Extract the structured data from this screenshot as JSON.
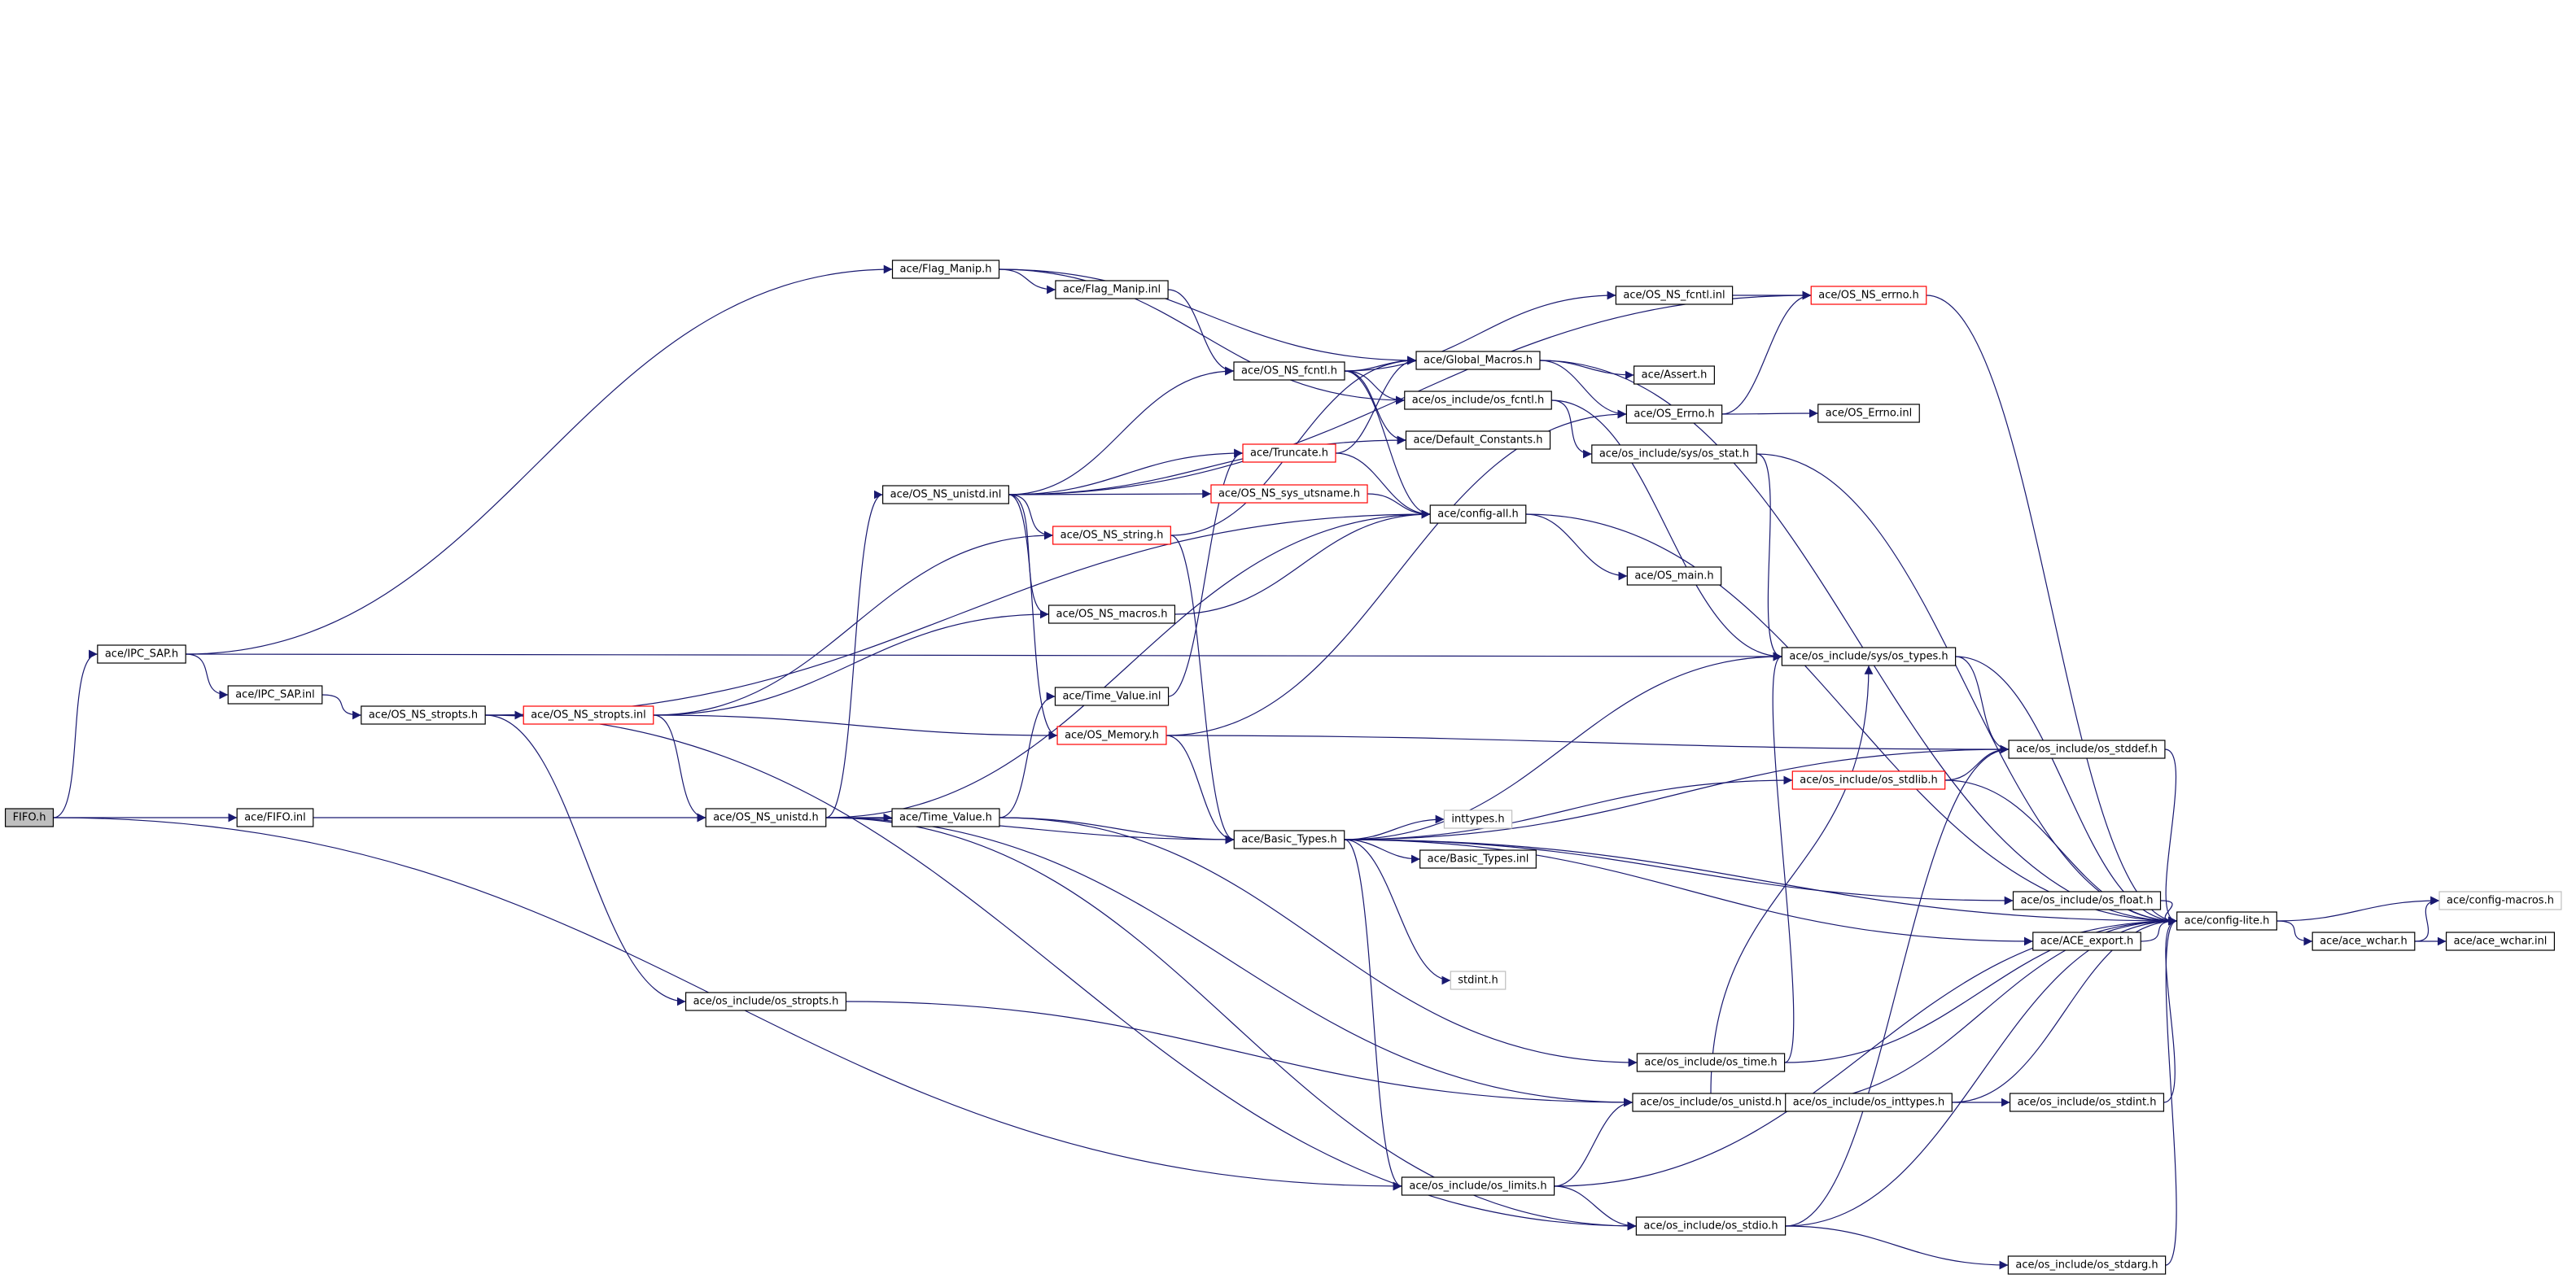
{
  "colors": {
    "edge": "#191970",
    "node_border": "#000000",
    "node_border_truncated": "#ff0000",
    "node_border_external": "#bfbfbf",
    "root_fill": "#bfbfbf"
  },
  "nodes": {
    "fifo_h": {
      "label": "FIFO.h",
      "kind": "root"
    },
    "ipc_sap_h": {
      "label": "ace/IPC_SAP.h",
      "kind": "normal"
    },
    "fifo_inl": {
      "label": "ace/FIFO.inl",
      "kind": "normal"
    },
    "flag_manip_h": {
      "label": "ace/Flag_Manip.h",
      "kind": "normal"
    },
    "ipc_sap_inl": {
      "label": "ace/IPC_SAP.inl",
      "kind": "normal"
    },
    "os_ns_stropts_h": {
      "label": "ace/OS_NS_stropts.h",
      "kind": "normal"
    },
    "os_ns_stropts_inl": {
      "label": "ace/OS_NS_stropts.inl",
      "kind": "truncated"
    },
    "flag_manip_inl": {
      "label": "ace/Flag_Manip.inl",
      "kind": "normal"
    },
    "os_ns_unistd_inl": {
      "label": "ace/OS_NS_unistd.inl",
      "kind": "normal"
    },
    "os_ns_unistd_h": {
      "label": "ace/OS_NS_unistd.h",
      "kind": "normal"
    },
    "os_include_os_stropts_h": {
      "label": "ace/os_include/os_stropts.h",
      "kind": "normal"
    },
    "os_ns_string_h": {
      "label": "ace/OS_NS_string.h",
      "kind": "truncated"
    },
    "os_ns_macros_h": {
      "label": "ace/OS_NS_macros.h",
      "kind": "normal"
    },
    "time_value_inl": {
      "label": "ace/Time_Value.inl",
      "kind": "normal"
    },
    "os_memory_h": {
      "label": "ace/OS_Memory.h",
      "kind": "truncated"
    },
    "time_value_h": {
      "label": "ace/Time_Value.h",
      "kind": "normal"
    },
    "truncate_h": {
      "label": "ace/Truncate.h",
      "kind": "truncated"
    },
    "os_ns_sys_utsname_h": {
      "label": "ace/OS_NS_sys_utsname.h",
      "kind": "truncated"
    },
    "os_ns_fcntl_h": {
      "label": "ace/OS_NS_fcntl.h",
      "kind": "normal"
    },
    "basic_types_h": {
      "label": "ace/Basic_Types.h",
      "kind": "normal"
    },
    "global_macros_h": {
      "label": "ace/Global_Macros.h",
      "kind": "normal"
    },
    "os_include_os_fcntl_h": {
      "label": "ace/os_include/os_fcntl.h",
      "kind": "normal"
    },
    "default_constants_h": {
      "label": "ace/Default_Constants.h",
      "kind": "normal"
    },
    "config_all_h": {
      "label": "ace/config-all.h",
      "kind": "normal"
    },
    "inttypes_h": {
      "label": "inttypes.h",
      "kind": "external"
    },
    "basic_types_inl": {
      "label": "ace/Basic_Types.inl",
      "kind": "normal"
    },
    "stdint_h": {
      "label": "stdint.h",
      "kind": "external"
    },
    "os_include_os_limits_h": {
      "label": "ace/os_include/os_limits.h",
      "kind": "normal"
    },
    "os_ns_fcntl_inl": {
      "label": "ace/OS_NS_fcntl.inl",
      "kind": "normal"
    },
    "assert_h": {
      "label": "ace/Assert.h",
      "kind": "normal"
    },
    "os_errno_h": {
      "label": "ace/OS_Errno.h",
      "kind": "normal"
    },
    "os_include_sys_os_stat_h": {
      "label": "ace/os_include/sys/os_stat.h",
      "kind": "normal"
    },
    "os_main_h": {
      "label": "ace/OS_main.h",
      "kind": "normal"
    },
    "os_include_os_time_h": {
      "label": "ace/os_include/os_time.h",
      "kind": "normal"
    },
    "os_include_os_unistd_h": {
      "label": "ace/os_include/os_unistd.h",
      "kind": "normal"
    },
    "os_include_os_stdio_h": {
      "label": "ace/os_include/os_stdio.h",
      "kind": "normal"
    },
    "os_include_sys_os_types_h": {
      "label": "ace/os_include/sys/os_types.h",
      "kind": "normal"
    },
    "os_include_os_stdlib_h": {
      "label": "ace/os_include/os_stdlib.h",
      "kind": "truncated"
    },
    "os_include_os_inttypes_h": {
      "label": "ace/os_include/os_inttypes.h",
      "kind": "normal"
    },
    "os_ns_errno_h": {
      "label": "ace/OS_NS_errno.h",
      "kind": "truncated"
    },
    "os_errno_inl": {
      "label": "ace/OS_Errno.inl",
      "kind": "normal"
    },
    "os_include_os_stddef_h": {
      "label": "ace/os_include/os_stddef.h",
      "kind": "normal"
    },
    "os_include_os_float_h": {
      "label": "ace/os_include/os_float.h",
      "kind": "normal"
    },
    "ace_export_h": {
      "label": "ace/ACE_export.h",
      "kind": "normal"
    },
    "os_include_os_stdint_h": {
      "label": "ace/os_include/os_stdint.h",
      "kind": "normal"
    },
    "os_include_os_stdarg_h": {
      "label": "ace/os_include/os_stdarg.h",
      "kind": "normal"
    },
    "config_lite_h": {
      "label": "ace/config-lite.h",
      "kind": "normal"
    },
    "ace_wchar_h": {
      "label": "ace/ace_wchar.h",
      "kind": "normal"
    },
    "config_macros_h": {
      "label": "ace/config-macros.h",
      "kind": "external"
    },
    "ace_wchar_inl": {
      "label": "ace/ace_wchar.inl",
      "kind": "normal"
    }
  },
  "edges": [
    [
      "fifo_h",
      "ipc_sap_h"
    ],
    [
      "fifo_h",
      "fifo_inl"
    ],
    [
      "fifo_h",
      "os_include_os_limits_h"
    ],
    [
      "ipc_sap_h",
      "flag_manip_h"
    ],
    [
      "ipc_sap_h",
      "ipc_sap_inl"
    ],
    [
      "ipc_sap_h",
      "os_include_sys_os_types_h"
    ],
    [
      "ipc_sap_inl",
      "os_ns_stropts_h"
    ],
    [
      "fifo_inl",
      "os_ns_unistd_h"
    ],
    [
      "flag_manip_h",
      "flag_manip_inl"
    ],
    [
      "flag_manip_h",
      "global_macros_h"
    ],
    [
      "flag_manip_h",
      "os_include_os_fcntl_h"
    ],
    [
      "flag_manip_inl",
      "os_ns_fcntl_h"
    ],
    [
      "os_ns_stropts_h",
      "os_ns_stropts_inl"
    ],
    [
      "os_ns_stropts_h",
      "os_include_os_stropts_h"
    ],
    [
      "os_ns_stropts_h",
      "config_all_h"
    ],
    [
      "os_ns_stropts_h",
      "os_include_os_stdio_h"
    ],
    [
      "os_ns_stropts_inl",
      "os_ns_unistd_h"
    ],
    [
      "os_ns_stropts_inl",
      "os_ns_string_h"
    ],
    [
      "os_ns_stropts_inl",
      "os_ns_macros_h"
    ],
    [
      "os_ns_stropts_inl",
      "os_memory_h"
    ],
    [
      "os_ns_unistd_h",
      "os_ns_unistd_inl"
    ],
    [
      "os_ns_unistd_h",
      "time_value_h"
    ],
    [
      "os_ns_unistd_h",
      "basic_types_h"
    ],
    [
      "os_ns_unistd_h",
      "config_all_h"
    ],
    [
      "os_ns_unistd_h",
      "os_include_os_unistd_h"
    ],
    [
      "os_ns_unistd_h",
      "os_include_os_stdio_h"
    ],
    [
      "os_ns_unistd_inl",
      "os_ns_fcntl_h"
    ],
    [
      "os_ns_unistd_inl",
      "default_constants_h"
    ],
    [
      "os_ns_unistd_inl",
      "truncate_h"
    ],
    [
      "os_ns_unistd_inl",
      "os_ns_sys_utsname_h"
    ],
    [
      "os_ns_unistd_inl",
      "os_ns_string_h"
    ],
    [
      "os_ns_unistd_inl",
      "os_ns_macros_h"
    ],
    [
      "os_ns_unistd_inl",
      "os_memory_h"
    ],
    [
      "os_ns_unistd_inl",
      "os_ns_errno_h"
    ],
    [
      "os_include_os_stropts_h",
      "os_include_os_unistd_h"
    ],
    [
      "os_ns_string_h",
      "basic_types_h"
    ],
    [
      "os_ns_string_h",
      "global_macros_h"
    ],
    [
      "os_ns_macros_h",
      "config_all_h"
    ],
    [
      "time_value_h",
      "time_value_inl"
    ],
    [
      "time_value_h",
      "basic_types_h"
    ],
    [
      "time_value_h",
      "os_include_os_time_h"
    ],
    [
      "time_value_inl",
      "truncate_h"
    ],
    [
      "os_memory_h",
      "basic_types_h"
    ],
    [
      "os_memory_h",
      "os_errno_h"
    ],
    [
      "os_memory_h",
      "os_include_os_stddef_h"
    ],
    [
      "truncate_h",
      "config_all_h"
    ],
    [
      "truncate_h",
      "global_macros_h"
    ],
    [
      "os_ns_sys_utsname_h",
      "config_all_h"
    ],
    [
      "os_ns_fcntl_h",
      "global_macros_h"
    ],
    [
      "os_ns_fcntl_h",
      "os_include_os_fcntl_h"
    ],
    [
      "os_ns_fcntl_h",
      "default_constants_h"
    ],
    [
      "os_ns_fcntl_h",
      "config_all_h"
    ],
    [
      "os_ns_fcntl_h",
      "os_ns_fcntl_inl"
    ],
    [
      "os_ns_fcntl_inl",
      "os_ns_errno_h"
    ],
    [
      "os_ns_errno_h",
      "config_lite_h"
    ],
    [
      "global_macros_h",
      "assert_h"
    ],
    [
      "global_macros_h",
      "os_errno_h"
    ],
    [
      "global_macros_h",
      "config_lite_h"
    ],
    [
      "os_errno_h",
      "os_errno_inl"
    ],
    [
      "os_errno_h",
      "os_ns_errno_h"
    ],
    [
      "os_include_os_fcntl_h",
      "os_include_sys_os_stat_h"
    ],
    [
      "os_include_os_fcntl_h",
      "os_include_sys_os_types_h"
    ],
    [
      "os_include_sys_os_stat_h",
      "os_include_sys_os_types_h"
    ],
    [
      "os_include_sys_os_stat_h",
      "config_lite_h"
    ],
    [
      "config_all_h",
      "os_main_h"
    ],
    [
      "config_all_h",
      "config_lite_h"
    ],
    [
      "basic_types_h",
      "inttypes_h"
    ],
    [
      "basic_types_h",
      "basic_types_inl"
    ],
    [
      "basic_types_h",
      "stdint_h"
    ],
    [
      "basic_types_h",
      "os_include_os_limits_h"
    ],
    [
      "basic_types_h",
      "os_include_sys_os_types_h"
    ],
    [
      "basic_types_h",
      "os_include_os_stdlib_h"
    ],
    [
      "basic_types_h",
      "os_include_os_stddef_h"
    ],
    [
      "basic_types_h",
      "os_include_os_float_h"
    ],
    [
      "basic_types_h",
      "ace_export_h"
    ],
    [
      "basic_types_h",
      "config_lite_h"
    ],
    [
      "os_include_os_limits_h",
      "os_include_os_unistd_h"
    ],
    [
      "os_include_os_limits_h",
      "os_include_os_stdio_h"
    ],
    [
      "os_include_os_limits_h",
      "config_lite_h"
    ],
    [
      "os_include_os_time_h",
      "os_include_sys_os_types_h"
    ],
    [
      "os_include_os_time_h",
      "config_lite_h"
    ],
    [
      "os_include_os_unistd_h",
      "os_include_os_inttypes_h"
    ],
    [
      "os_include_os_unistd_h",
      "os_include_sys_os_types_h"
    ],
    [
      "os_include_os_unistd_h",
      "config_lite_h"
    ],
    [
      "os_include_os_inttypes_h",
      "os_include_os_stdint_h"
    ],
    [
      "os_include_os_inttypes_h",
      "config_lite_h"
    ],
    [
      "os_include_os_stdint_h",
      "config_lite_h"
    ],
    [
      "os_include_os_stdio_h",
      "os_include_os_stdarg_h"
    ],
    [
      "os_include_os_stdio_h",
      "os_include_os_stddef_h"
    ],
    [
      "os_include_os_stdio_h",
      "config_lite_h"
    ],
    [
      "os_include_os_stdarg_h",
      "config_lite_h"
    ],
    [
      "os_include_sys_os_types_h",
      "os_include_os_stddef_h"
    ],
    [
      "os_include_sys_os_types_h",
      "config_lite_h"
    ],
    [
      "os_include_os_stdlib_h",
      "os_include_os_stddef_h"
    ],
    [
      "os_include_os_stdlib_h",
      "config_lite_h"
    ],
    [
      "os_include_os_stddef_h",
      "config_lite_h"
    ],
    [
      "os_include_os_float_h",
      "config_lite_h"
    ],
    [
      "ace_export_h",
      "config_lite_h"
    ],
    [
      "config_lite_h",
      "ace_wchar_h"
    ],
    [
      "config_lite_h",
      "config_macros_h"
    ],
    [
      "ace_wchar_h",
      "ace_wchar_inl"
    ],
    [
      "ace_wchar_h",
      "config_macros_h"
    ]
  ]
}
